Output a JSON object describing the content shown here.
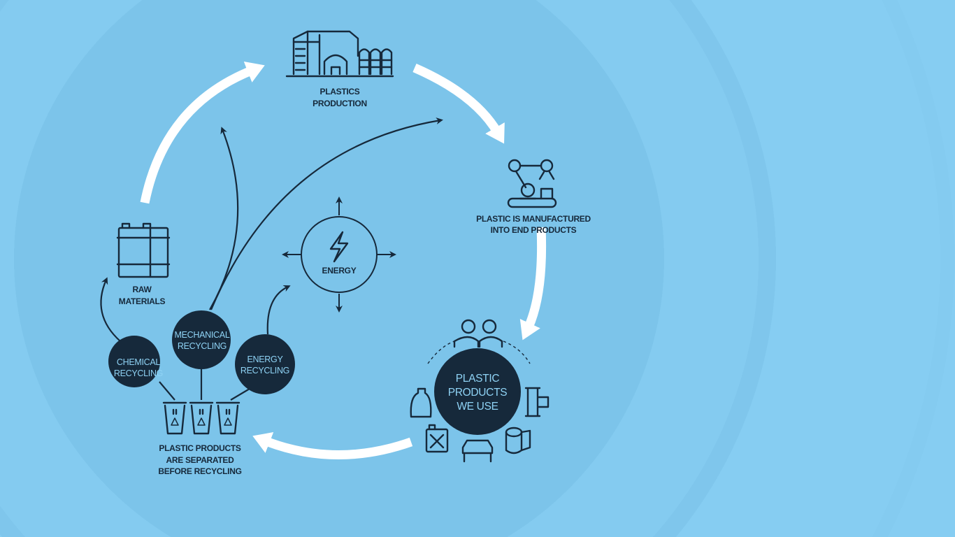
{
  "colors": {
    "background": "#86cdf2",
    "inner_circle": "#7cc4ea",
    "navy": "#16293b",
    "circle_text": "#8fd3f5",
    "arrow": "#ffffff"
  },
  "nodes": {
    "production": {
      "lines": [
        "PLASTICS",
        "PRODUCTION"
      ],
      "icon": "factory-icon"
    },
    "manufacturing": {
      "lines": [
        "PLASTIC IS MANUFACTURED",
        "INTO END PRODUCTS"
      ],
      "icon": "robot-arm-icon"
    },
    "products": {
      "lines": [
        "PLASTIC",
        "PRODUCTS",
        "WE USE"
      ],
      "icons": [
        "people-icon",
        "bottle-icon",
        "canister-icon",
        "car-icon",
        "film-roll-icon",
        "pipe-icon"
      ]
    },
    "separated": {
      "lines": [
        "PLASTIC PRODUCTS",
        "ARE SEPARATED",
        "BEFORE RECYCLING"
      ],
      "icon": "recycle-bin-icon"
    },
    "raw": {
      "lines": [
        "RAW",
        "MATERIALS"
      ],
      "icon": "barrel-icon"
    },
    "energy": {
      "label": "ENERGY",
      "icon": "lightning-icon"
    },
    "chemical": {
      "lines": [
        "CHEMICAL",
        "RECYCLING"
      ]
    },
    "mechanical": {
      "lines": [
        "MECHANICAL",
        "RECYCLING"
      ]
    },
    "energy_recycling": {
      "lines": [
        "ENERGY",
        "RECYCLING"
      ]
    }
  }
}
